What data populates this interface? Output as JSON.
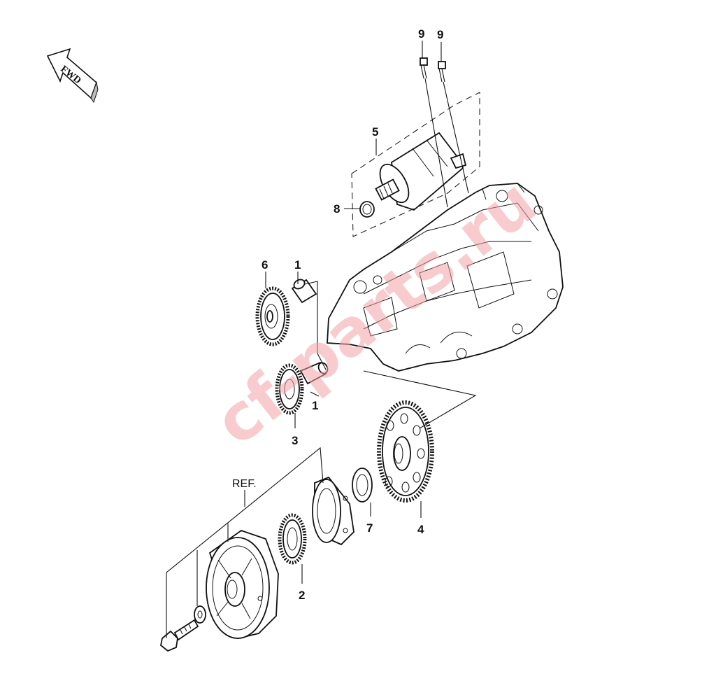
{
  "direction_badge": "FWD",
  "watermark": "cf-parts.ru",
  "reference_label": "REF.",
  "callouts": [
    {
      "id": "c1a",
      "label": "1"
    },
    {
      "id": "c1b",
      "label": "1"
    },
    {
      "id": "c2",
      "label": "2"
    },
    {
      "id": "c3",
      "label": "3"
    },
    {
      "id": "c4",
      "label": "4"
    },
    {
      "id": "c5",
      "label": "5"
    },
    {
      "id": "c6",
      "label": "6"
    },
    {
      "id": "c7",
      "label": "7"
    },
    {
      "id": "c8",
      "label": "8"
    },
    {
      "id": "c9a",
      "label": "9"
    },
    {
      "id": "c9b",
      "label": "9"
    }
  ]
}
